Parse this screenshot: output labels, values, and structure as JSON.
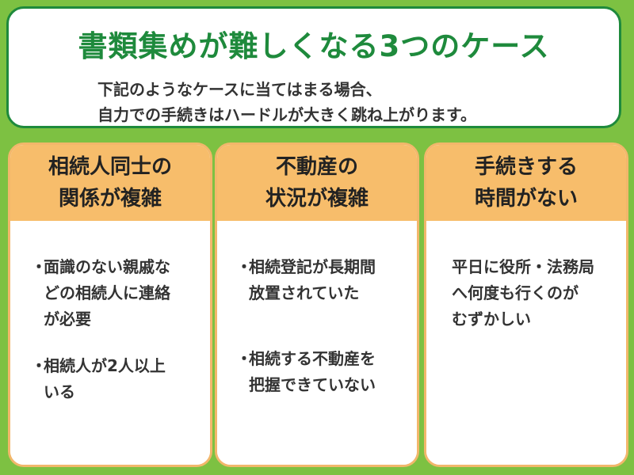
{
  "header": {
    "title": "書類集めが難しくなる3つのケース",
    "subtitle_line1": "下記のようなケースに当てはまる場合、",
    "subtitle_line2": "自力での手続きはハードルが大きく跳ね上がります。"
  },
  "cards": [
    {
      "heading_line1": "相続人同士の",
      "heading_line2": "関係が複雑",
      "bullets": [
        {
          "lines": [
            "面識のない親戚な",
            "どの相続人に連絡",
            "が必要"
          ]
        },
        {
          "lines": [
            "相続人が2人以上",
            "いる"
          ]
        }
      ]
    },
    {
      "heading_line1": "不動産の",
      "heading_line2": "状況が複雑",
      "bullets": [
        {
          "lines": [
            "相続登記が長期間",
            "放置されていた"
          ]
        },
        {
          "lines": [
            "相続する不動産を",
            "把握できていない"
          ]
        }
      ]
    },
    {
      "heading_line1": "手続きする",
      "heading_line2": "時間がない",
      "text_lines": [
        "平日に役所・法務局",
        "へ何度も行くのが",
        "むずかしい"
      ]
    }
  ],
  "bullet_symbol": "・",
  "colors": {
    "background": "#7dc142",
    "title_green": "#1e8a3c",
    "card_header": "#f7bd6b",
    "card_border": "#f2b76b"
  }
}
